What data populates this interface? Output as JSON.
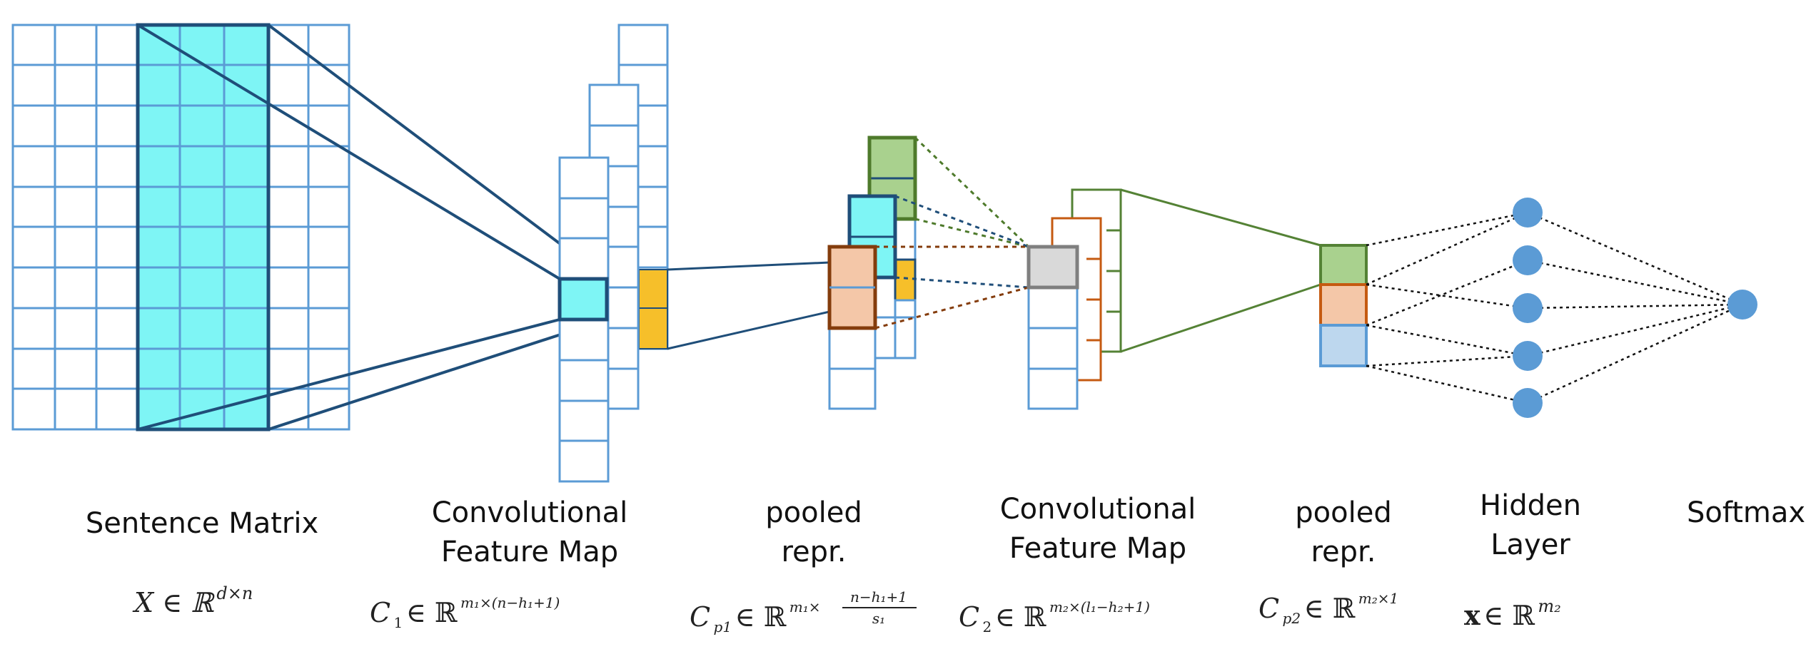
{
  "labels": {
    "sentence_matrix": "Sentence Matrix",
    "conv1_line1": "Convolutional",
    "conv1_line2": "Feature Map",
    "pool1_line1": "pooled",
    "pool1_line2": "repr.",
    "conv2_line1": "Convolutional",
    "conv2_line2": "Feature Map",
    "pool2_line1": "pooled",
    "pool2_line2": "repr.",
    "hidden_line1": "Hidden",
    "hidden_line2": "Layer",
    "softmax": "Softmax"
  },
  "formulas": {
    "x_main": "X ∈ ℝ",
    "x_sup": "d×n",
    "c1_main": "C",
    "c1_sub": "1",
    "c1_in": " ∈ ℝ",
    "c1_sup": "m₁×(n−h₁+1)",
    "cp1_main": "C",
    "cp1_sub": "p1",
    "cp1_in": " ∈ ℝ",
    "cp1_sup": "m₁×",
    "cp1_frac_num": "n−h₁+1",
    "cp1_frac_den": "s₁",
    "c2_main": "C",
    "c2_sub": "2",
    "c2_in": " ∈ ℝ",
    "c2_sup": "m₂×(l₁−h₂+1)",
    "cp2_main": "C",
    "cp2_sub": "p2",
    "cp2_in": " ∈ ℝ",
    "cp2_sup": "m₂×1",
    "hx_main": "x",
    "hx_in": " ∈ ℝ",
    "hx_sup": "m₂"
  },
  "colors": {
    "grid_line": "#5b9bd5",
    "dark_blue": "#1f4e79",
    "cyan_fill": "#7ef5f5",
    "yellow": "#f6bf2a",
    "green_fill": "#a9d18e",
    "green_border": "#4e7a2b",
    "peach_fill": "#f4c7a8",
    "brown_border": "#843c0c",
    "orange_line": "#c55a11",
    "gray_fill": "#d9d9d9",
    "gray_border": "#7f7f7f",
    "light_blue": "#bdd7ee",
    "node_blue": "#5b9bd5",
    "line_green": "#548235"
  }
}
